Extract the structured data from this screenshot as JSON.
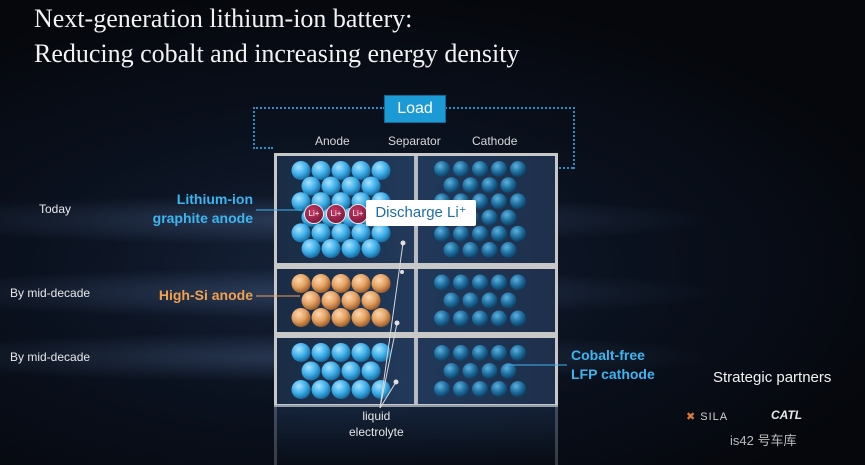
{
  "slide": {
    "title_line1": "Next-generation lithium-ion battery:",
    "title_line2": "Reducing cobalt and increasing energy density"
  },
  "diagram": {
    "load_label": "Load",
    "columns": {
      "anode": "Anode",
      "separator": "Separator",
      "cathode": "Cathode"
    },
    "rows": [
      {
        "label": "Today",
        "anode_label_line1": "Lithium-ion",
        "anode_label_line2": "graphite anode"
      },
      {
        "label": "By mid-decade",
        "anode_label_line1": "High-Si anode"
      },
      {
        "label": "By mid-decade"
      }
    ],
    "ion_label": "Li+",
    "discharge_label": "Discharge Li⁺",
    "cathode_label_line1": "Cobalt-free",
    "cathode_label_line2": "LFP cathode",
    "electrolyte_line1": "liquid",
    "electrolyte_line2": "electrolyte"
  },
  "partners": {
    "heading": "Strategic partners",
    "logo1": "SILA",
    "logo2": "CATL"
  },
  "watermark": "is42 号车库",
  "colors": {
    "accent_blue": "#1c9ad6",
    "anode_blue": "#3fb0ea",
    "cathode_teal": "#1f6fa0",
    "silicon_orange": "#e3a062",
    "label_blue": "#3db5f0",
    "label_orange": "#f0a050"
  }
}
